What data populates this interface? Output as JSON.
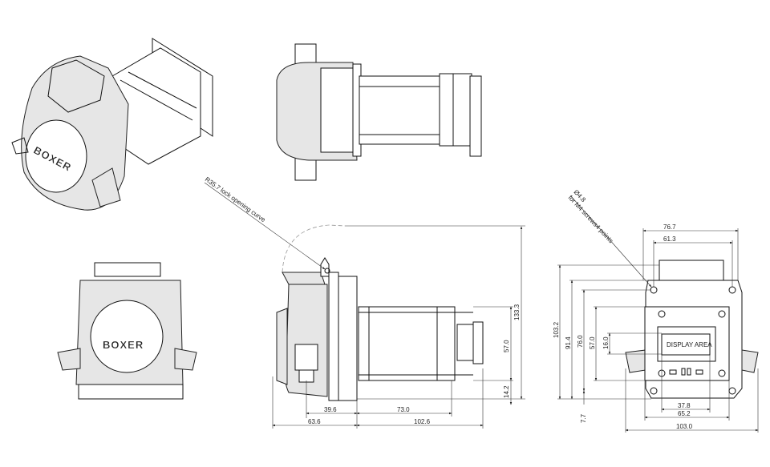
{
  "brand": {
    "logo_text": "BOXER"
  },
  "side_view": {
    "callout": "R35.7 lock opening curve",
    "dims": {
      "overall_height": "133.3",
      "motor_height": "57.0",
      "base_offset": "14.2",
      "head_inner": "39.6",
      "motor_length": "73.0",
      "head_depth": "63.6",
      "motor_total": "102.6"
    }
  },
  "end_view": {
    "callout_line1": "Ø4.8",
    "callout_line2": "for M4 screws4 points",
    "display_label": "DISPLAY AREA",
    "dims": {
      "outer_width": "76.7",
      "hole_spacing_w": "61.3",
      "height_total": "103.2",
      "height_a": "91.4",
      "hole_spacing_h": "76.0",
      "display_h": "57.0",
      "display_area_h": "16.0",
      "display_area_w": "37.8",
      "display_w": "65.2",
      "total_width": "103.0",
      "bottom_offset": "7.7"
    }
  }
}
